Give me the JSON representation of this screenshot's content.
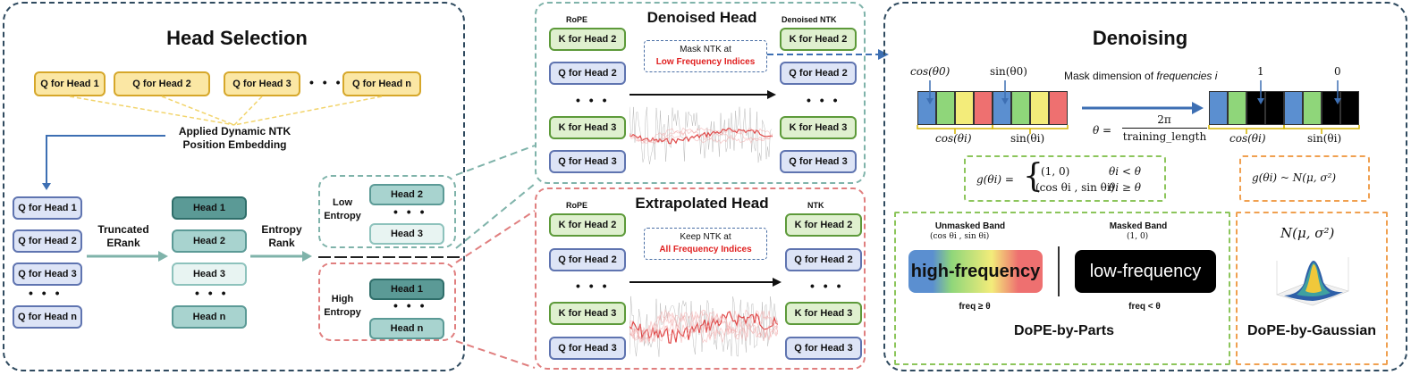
{
  "head_selection": {
    "title": "Head Selection",
    "q_top": [
      "Q for Head 1",
      "Q for Head 2",
      "Q for Head 3",
      "Q for Head n"
    ],
    "dots": "• • •",
    "embedding_label": "Applied Dynamic NTK\nPosition Embedding",
    "q_left": [
      "Q for Head 1",
      "Q for Head 2",
      "Q for Head 3",
      "Q for Head n"
    ],
    "erank_label": "Truncated\nERank",
    "heads_mid": [
      "Head 1",
      "Head 2",
      "Head 3",
      "Head n"
    ],
    "entropy_rank_label": "Entropy\nRank",
    "low_entropy": "Low\nEntropy",
    "low_heads": [
      "Head 2",
      "Head 3"
    ],
    "high_entropy": "High\nEntropy",
    "high_heads": [
      "Head 1",
      "Head n"
    ]
  },
  "denoised_head": {
    "title": "Denoised Head",
    "rope_label": "RoPE",
    "ntk_label": "Denoised NTK",
    "left": [
      "K for Head 2",
      "Q for Head 2",
      "K for Head 3",
      "Q for Head 3"
    ],
    "right": [
      "K for Head 2",
      "Q for Head 2",
      "K for Head 3",
      "Q for Head 3"
    ],
    "note_line1": "Mask NTK at",
    "note_line2": "Low Frequency Indices"
  },
  "extrapolated_head": {
    "title": "Extrapolated Head",
    "rope_label": "RoPE",
    "ntk_label": "NTK",
    "left": [
      "K for Head 2",
      "Q for Head 2",
      "K for Head 3",
      "Q for Head 3"
    ],
    "right": [
      "K for Head 2",
      "Q for Head 2",
      "K for Head 3",
      "Q for Head 3"
    ],
    "note_line1": "Keep NTK at",
    "note_line2": "All Frequency Indices"
  },
  "denoising": {
    "title": "Denoising",
    "cos0": "cos(θ0)",
    "sin0": "sin(θ0)",
    "mask_text": "Mask dimension of",
    "mask_text_italic": "frequencies i",
    "one": "1",
    "zero": "0",
    "cosi": "cos(θi)",
    "sini": "sin(θi)",
    "theta_lhs": "θ =",
    "theta_num": "2π",
    "theta_den": "training_length",
    "g_parts_lhs": "g(θi) =",
    "g_case1": "(1, 0)",
    "g_cond1": "θi < θ",
    "g_case2": "(cos θi , sin θi)",
    "g_cond2": "θi ≥ θ",
    "g_gauss": "g(θi)  ~  N(μ, σ²)",
    "unmasked_title": "Unmasked Band",
    "unmasked_sub": "(cos θi , sin θi)",
    "masked_title": "Masked Band",
    "masked_sub": "(1, 0)",
    "high_freq": "high-frequency",
    "low_freq": "low-frequency",
    "freq_ge": "freq ≥ θ",
    "freq_lt": "freq < θ",
    "parts_title": "DoPE-by-Parts",
    "gauss_formula": "N(μ, σ²)",
    "gauss_title": "DoPE-by-Gaussian"
  },
  "colors": {
    "panel": "#2f4a5f",
    "green_dash": "#7fb3aa",
    "red_dash": "#e07f7f",
    "highlight": "#e02020"
  }
}
